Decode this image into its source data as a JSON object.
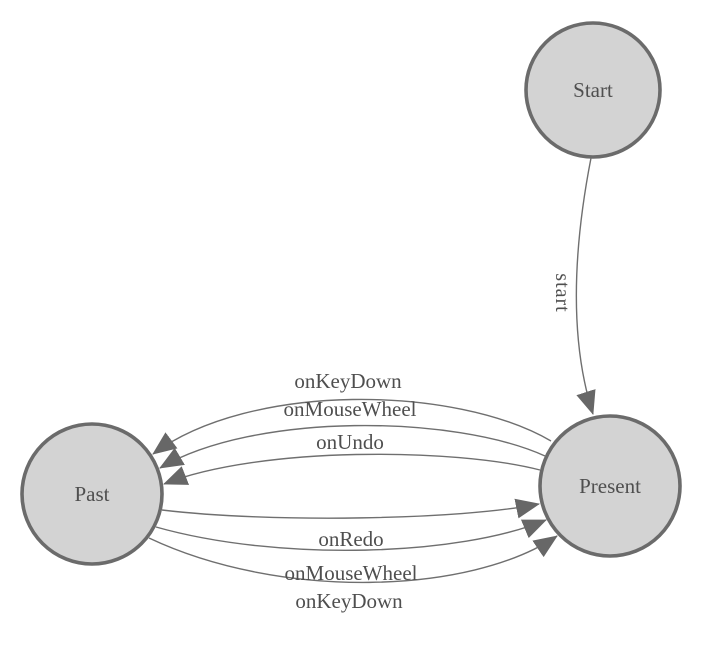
{
  "diagram": {
    "kind": "state-machine",
    "nodes": [
      {
        "id": "start",
        "label": "Start"
      },
      {
        "id": "present",
        "label": "Present"
      },
      {
        "id": "past",
        "label": "Past"
      }
    ],
    "edges": [
      {
        "from": "start",
        "to": "present",
        "label": "start"
      },
      {
        "from": "present",
        "to": "past",
        "label": "onKeyDown"
      },
      {
        "from": "present",
        "to": "past",
        "label": "onMouseWheel"
      },
      {
        "from": "present",
        "to": "past",
        "label": "onUndo"
      },
      {
        "from": "past",
        "to": "present",
        "label": "onRedo"
      },
      {
        "from": "past",
        "to": "present",
        "label": "onMouseWheel"
      },
      {
        "from": "past",
        "to": "present",
        "label": "onKeyDown"
      }
    ],
    "colors": {
      "background": "#ffffff",
      "node_fill": "#d3d3d3",
      "node_stroke": "#6b6b6b",
      "edge_stroke": "#6f6f6f",
      "arrow_fill": "#676767",
      "label_text": "#4f4f4f"
    }
  }
}
